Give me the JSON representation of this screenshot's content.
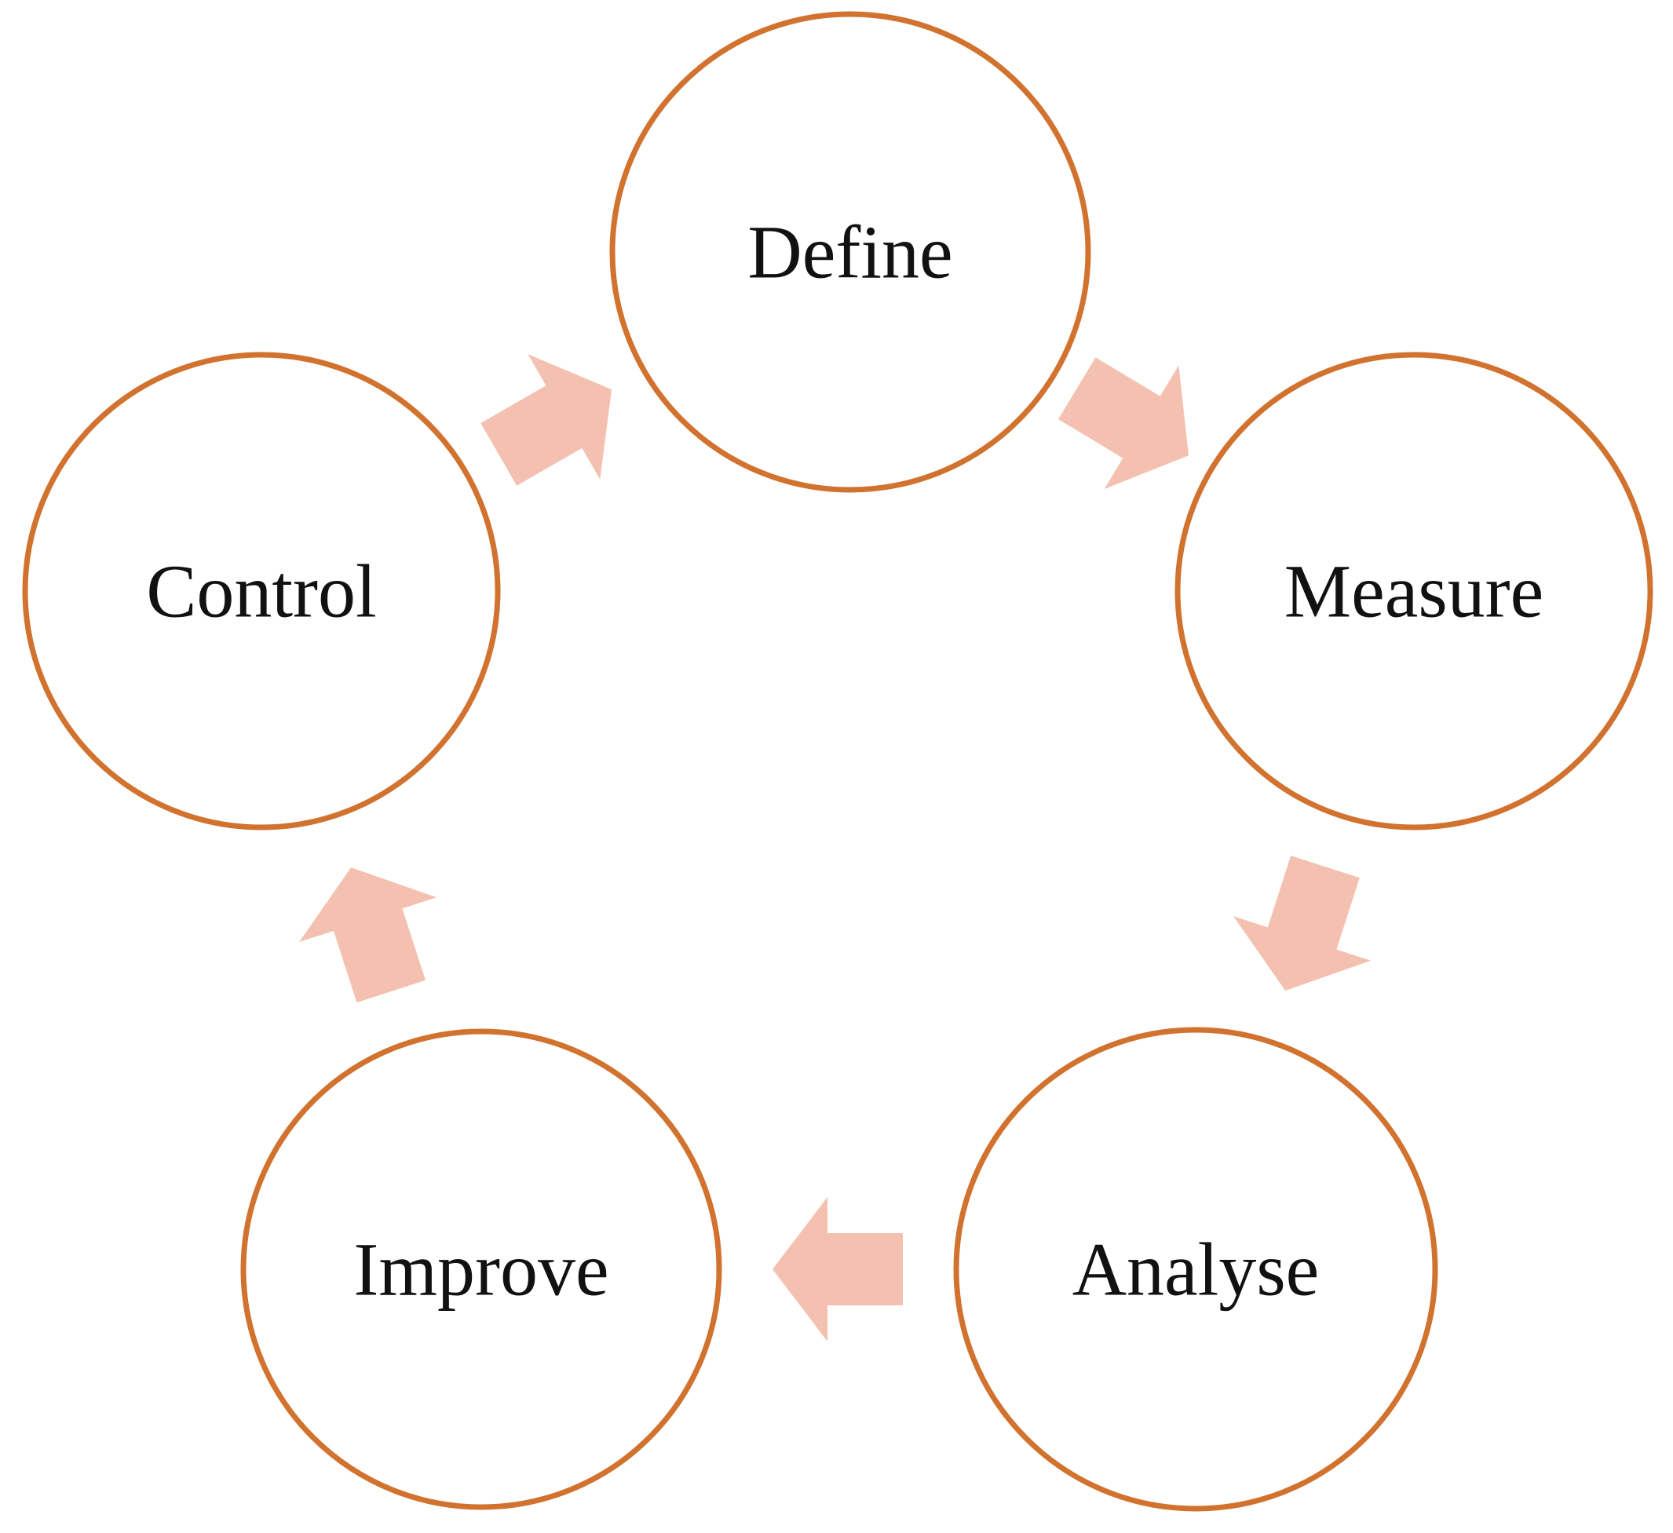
{
  "diagram": {
    "type": "cycle",
    "colors": {
      "circle_stroke": "#D2722F",
      "circle_fill": "#FFFFFF",
      "arrow_fill": "#F4C1B0",
      "text": "#111111",
      "background": "#FFFFFF"
    },
    "stages": [
      {
        "id": "define",
        "label": "Define"
      },
      {
        "id": "measure",
        "label": "Measure"
      },
      {
        "id": "analyse",
        "label": "Analyse"
      },
      {
        "id": "improve",
        "label": "Improve"
      },
      {
        "id": "control",
        "label": "Control"
      }
    ],
    "connections": [
      {
        "from": "define",
        "to": "measure"
      },
      {
        "from": "measure",
        "to": "analyse"
      },
      {
        "from": "analyse",
        "to": "improve"
      },
      {
        "from": "improve",
        "to": "control"
      },
      {
        "from": "control",
        "to": "define"
      }
    ]
  }
}
